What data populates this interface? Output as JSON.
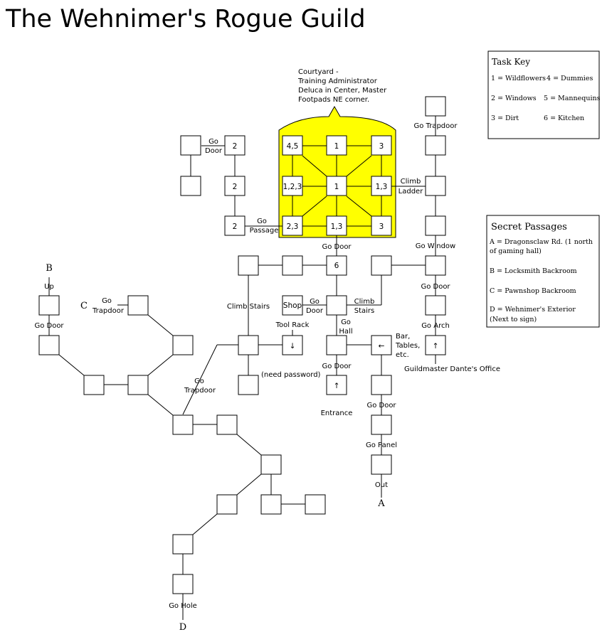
{
  "title": "The Wehnimer's Rogue Guild",
  "courtyard_note": [
    "Courtyard -",
    "Training Administrator",
    "Deluca in Center, Master",
    "Footpads NE corner."
  ],
  "task_key": {
    "heading": "Task Key",
    "rows": [
      [
        "1 = Wildflowers",
        "4 = Dummies"
      ],
      [
        "2 = Windows",
        "5 = Mannequins"
      ],
      [
        "3 = Dirt",
        "6 = Kitchen"
      ]
    ]
  },
  "secret_passages": {
    "heading": "Secret Passages",
    "items": [
      [
        "A = Dragonsclaw Rd. (1 north",
        "of gaming hall)"
      ],
      [
        "B = Locksmith Backroom"
      ],
      [
        "C = Pawnshop Backroom"
      ],
      [
        "D = Wehnimer's Exterior",
        "(Next to sign)"
      ]
    ]
  },
  "room_labels": {
    "r_2a": "2",
    "r_2b": "2",
    "r_2c": "2",
    "c45": "4,5",
    "c1top": "1",
    "c3top": "3",
    "c123": "1,2,3",
    "c1mid": "1",
    "c13mid": "1,3",
    "c23": "2,3",
    "c13bot": "1,3",
    "c3bot": "3",
    "r6": "6",
    "shop": "Shop",
    "toolrack": "↓",
    "bar": "←",
    "guildmaster": "↑",
    "entrance": "↑"
  },
  "labels": {
    "go_door_top_l1": "Go",
    "go_door_top_l2": "Door",
    "go_passage_l1": "Go",
    "go_passage_l2": "Passage",
    "climb_ladder_l1": "Climb",
    "climb_ladder_l2": "Ladder",
    "go_trapdoor_ne": "Go Trapdoor",
    "go_door_center": "Go Door",
    "go_window": "Go Window",
    "go_door_east": "Go Door",
    "go_arch": "Go Arch",
    "climb_stairs_w": "Climb Stairs",
    "climb_stairs_e_l1": "Climb",
    "climb_stairs_e_l2": "Stairs",
    "shop_go_l1": "Go",
    "shop_go_l2": "Door",
    "go_hall_l1": "Go",
    "go_hall_l2": "Hall",
    "tool_rack": "Tool Rack",
    "bar_l1": "Bar,",
    "bar_l2": "Tables,",
    "bar_l3": "etc.",
    "guildmaster_office": "Guildmaster Dante's Office",
    "go_door_entrance": "Go Door",
    "need_password": "(need password)",
    "entrance": "Entrance",
    "go_door_a": "Go Door",
    "go_panel": "Go Panel",
    "out": "Out",
    "letter_a": "A",
    "letter_b": "B",
    "up": "Up",
    "go_door_b": "Go Door",
    "letter_c": "C",
    "c_go": "Go",
    "c_trapdoor": "Trapdoor",
    "go_trapdoor_sw_l1": "Go",
    "go_trapdoor_sw_l2": "Trapdoor",
    "go_hole": "Go Hole",
    "letter_d": "D"
  },
  "colors": {
    "courtyard_fill": "#ffff00",
    "line": "#000000",
    "room_fill": "#ffffff"
  }
}
